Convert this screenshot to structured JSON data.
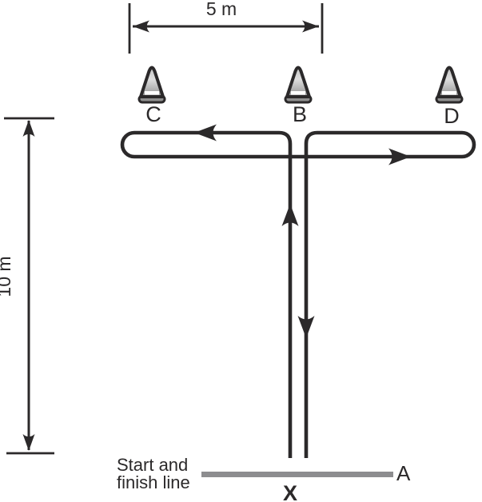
{
  "colors": {
    "ink": "#2b292a",
    "start_line_gray": "#8d8d8f",
    "cone_gradient_top": "#c4c4c4",
    "cone_gradient_mid": "#dedede",
    "cone_gradient_bottom": "#919191"
  },
  "dimensions": {
    "width_label": "5 m",
    "height_label": "10 m"
  },
  "cones": [
    {
      "label": "C"
    },
    {
      "label": "B"
    },
    {
      "label": "D"
    }
  ],
  "start_finish": {
    "caption_lines": [
      "Start and",
      "finish line"
    ],
    "end_label": "A",
    "start_marker": "X"
  }
}
